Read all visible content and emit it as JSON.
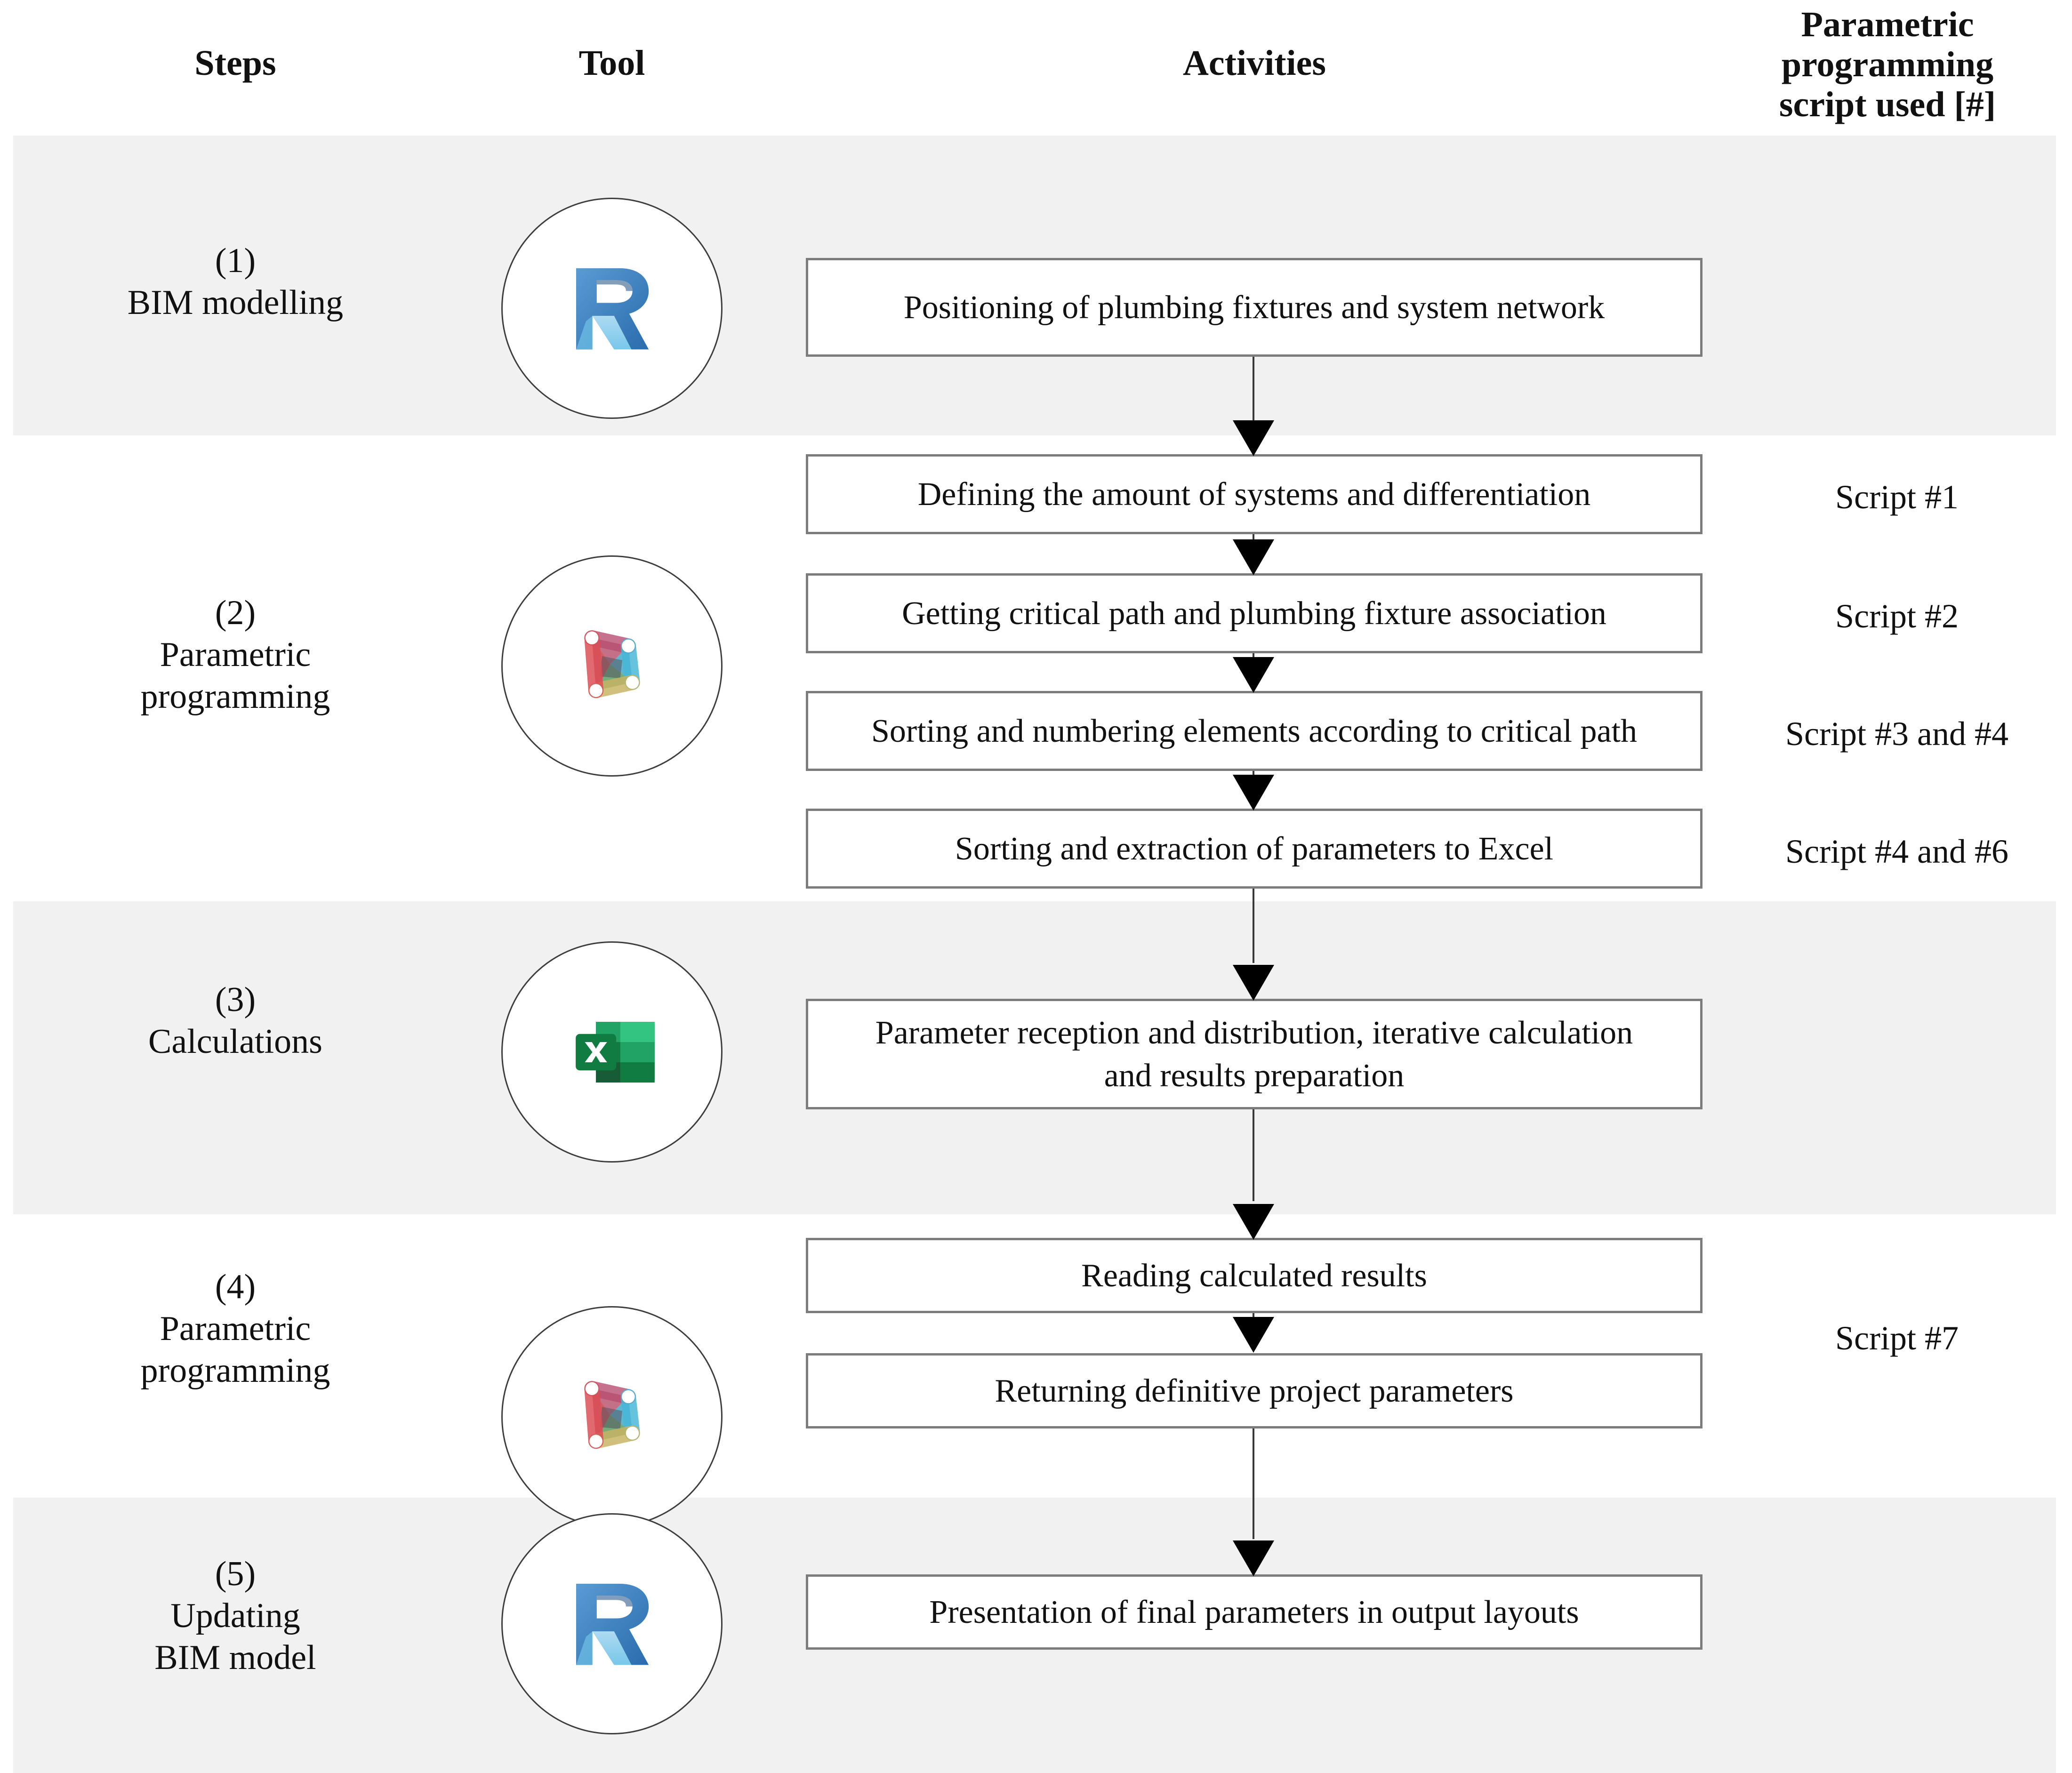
{
  "header": {
    "steps": "Steps",
    "tool": "Tool",
    "activities": "Activities",
    "script_line1": "Parametric",
    "script_line2": "programming",
    "script_line3": "script used [#]"
  },
  "colors": {
    "band": "#f1f1f1",
    "box_border": "#7c7c7c",
    "connector": "#3a3a3a",
    "circle_border": "#3d3d3d",
    "revit_blue_dark": "#1d5f9c",
    "revit_blue_mid": "#3a7cc0",
    "revit_blue_light": "#7fc4e8",
    "dynamo_red": "#e8414a",
    "dynamo_cyan": "#4fbcd8",
    "dynamo_gold": "#c9b35c",
    "dynamo_green": "#4f9e5e",
    "excel_green_dark": "#107c41",
    "excel_green_mid": "#21a366",
    "excel_green_light": "#33c481",
    "excel_green_deep": "#185c37"
  },
  "steps": [
    {
      "number": "(1)",
      "name": "BIM modelling",
      "tool_icon": "revit-icon"
    },
    {
      "number": "(2)",
      "name": "Parametric\nprogramming",
      "tool_icon": "dynamo-icon"
    },
    {
      "number": "(3)",
      "name": "Calculations",
      "tool_icon": "excel-icon"
    },
    {
      "number": "(4)",
      "name": "Parametric\nprogramming",
      "tool_icon": "dynamo-icon"
    },
    {
      "number": "(5)",
      "name": "Updating\nBIM model",
      "tool_icon": "revit-icon"
    }
  ],
  "step_labels": {
    "s1_num": "(1)",
    "s1_name": "BIM modelling",
    "s2_num": "(2)",
    "s2_l1": "Parametric",
    "s2_l2": "programming",
    "s3_num": "(3)",
    "s3_name": "Calculations",
    "s4_num": "(4)",
    "s4_l1": "Parametric",
    "s4_l2": "programming",
    "s5_num": "(5)",
    "s5_l1": "Updating",
    "s5_l2": "BIM model"
  },
  "activities": {
    "a1": "Positioning of plumbing fixtures and system network",
    "a2": "Defining the amount of systems and differentiation",
    "a3": "Getting critical path and plumbing fixture association",
    "a4": "Sorting and numbering elements according to critical path",
    "a5": "Sorting and extraction of parameters to Excel",
    "a6_l1": "Parameter reception and distribution, iterative calculation",
    "a6_l2": "and results preparation",
    "a7": "Reading calculated results",
    "a8": "Returning definitive project parameters",
    "a9": "Presentation of final parameters in output layouts"
  },
  "scripts": {
    "s1": "Script #1",
    "s2": "Script #2",
    "s3": "Script #3 and #4",
    "s4": "Script #4 and #6",
    "s5": "Script #7"
  },
  "flow": {
    "type": "vertical-flowchart",
    "rows": 5,
    "banded_rows": [
      1,
      3,
      5
    ],
    "edges": [
      "a1 -> a2",
      "a2 -> a3",
      "a3 -> a4",
      "a4 -> a5",
      "a5 -> a6",
      "a6 -> a7",
      "a7 -> a8",
      "a8 -> a9"
    ]
  }
}
